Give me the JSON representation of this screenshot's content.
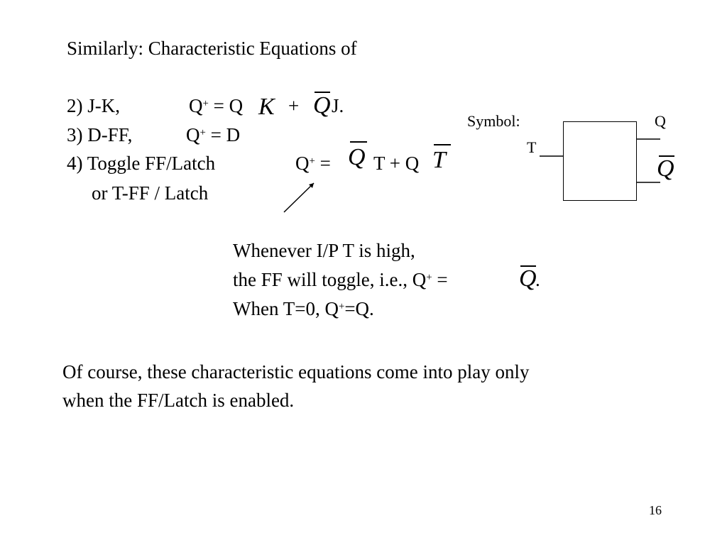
{
  "heading": "Similarly: Characteristic Equations of",
  "jk": {
    "label": "2) J-K,",
    "lhs": "Q",
    "sup": "+",
    "eq_a": " = Q",
    "k_bar": "K",
    "plus": "+",
    "q_bar": "Q",
    "tail": "J."
  },
  "dff": {
    "label": "3) D-FF,",
    "lhs": "Q",
    "sup": "+",
    "rhs": " = D"
  },
  "tff": {
    "label": "4) Toggle FF/Latch",
    "label2": "or T-FF / Latch",
    "lhs": "Q",
    "sup": "+",
    "eq": " =",
    "q_bar": "Q",
    "mid": "T + Q",
    "t_bar": "T"
  },
  "symbol": {
    "label": "Symbol:",
    "input": "T",
    "output_q": "Q",
    "output_qbar": "Q"
  },
  "note": {
    "line1": "Whenever I/P T is high,",
    "line2a": "the FF will toggle, i.e., Q",
    "line2sup": "+",
    "line2b": " =",
    "line2_qbar": "Q",
    "line2_end": ".",
    "line3a": "When T=0, Q",
    "line3sup": "+",
    "line3b": "=Q."
  },
  "footer": {
    "line1": "Of course, these characteristic equations come into play only",
    "line2": "when the FF/Latch is enabled."
  },
  "page_number": "16"
}
